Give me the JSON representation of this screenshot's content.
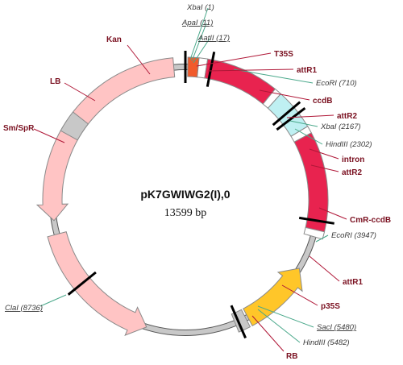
{
  "map": {
    "name": "pK7GWIWG2(I),0",
    "size": "13599 bp"
  },
  "colors": {
    "backbone": "#c8c8c8",
    "kan": "#ffc4c4",
    "t35s": "#f15a2b",
    "ccdb": "#e8234f",
    "intron": "#bff0f2",
    "cmr_ccdb": "#e8234f",
    "p35s": "#ffc629",
    "border": "#c8c8c8",
    "feature_label": "#7a1020",
    "site_line": "#49a88a",
    "feature_line": "#b01838"
  },
  "sites": [
    {
      "text": "XbaI (1)",
      "underline": false
    },
    {
      "text": "ApaI (11)",
      "underline": true
    },
    {
      "text": "AatII (17)",
      "underline": true
    },
    {
      "text": "EcoRI (710)",
      "underline": false
    },
    {
      "text": "XbaI (2167)",
      "underline": false
    },
    {
      "text": "HindIII (2302)",
      "underline": false
    },
    {
      "text": "EcoRI (3947)",
      "underline": false
    },
    {
      "text": "SacI (5480)",
      "underline": true
    },
    {
      "text": "HindIII (5482)",
      "underline": false
    },
    {
      "text": "ClaI (8736)",
      "underline": true
    }
  ],
  "features": [
    {
      "text": "Kan"
    },
    {
      "text": "T35S"
    },
    {
      "text": "attR1"
    },
    {
      "text": "ccdB"
    },
    {
      "text": "attR2"
    },
    {
      "text": "intron"
    },
    {
      "text": "attR2"
    },
    {
      "text": "CmR-ccdB"
    },
    {
      "text": "attR1"
    },
    {
      "text": "p35S"
    },
    {
      "text": "RB"
    },
    {
      "text": "LB"
    },
    {
      "text": "Sm/SpR"
    }
  ]
}
